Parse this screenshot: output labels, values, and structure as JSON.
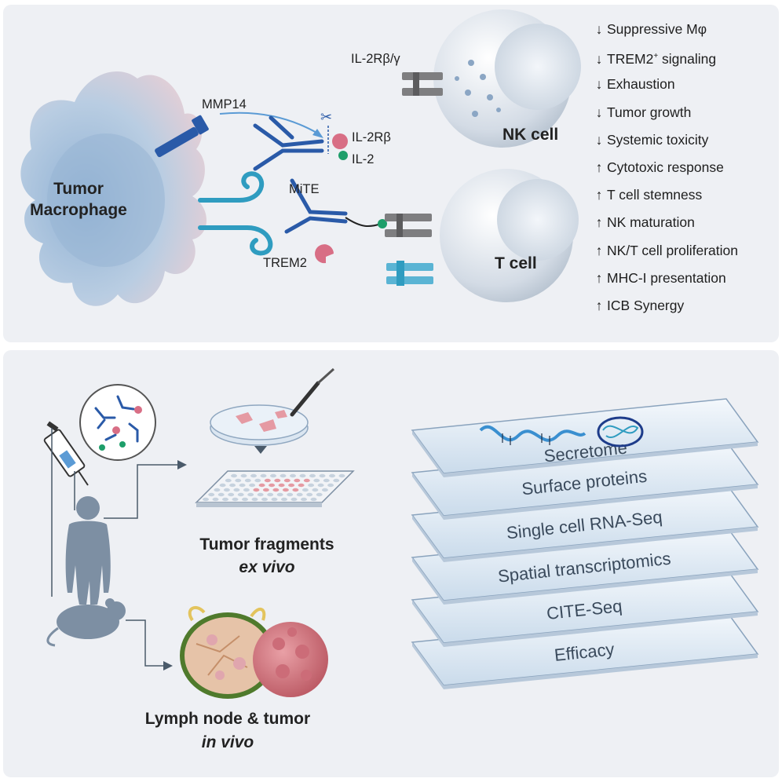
{
  "top": {
    "macrophage_label_line1": "Tumor",
    "macrophage_label_line2": "Macrophage",
    "mmp14": "MMP14",
    "il2rbg": "IL-2Rβ/γ",
    "il2rb": "IL-2Rβ",
    "il2": "IL-2",
    "mite": "MiTE",
    "trem2": "TREM2",
    "nk_cell": "NK cell",
    "t_cell": "T cell"
  },
  "effects": [
    {
      "direction": "down",
      "text": "Suppressive Mφ",
      "sup": ""
    },
    {
      "direction": "down",
      "text": "TREM2",
      "sup": "+",
      "suffix": " signaling"
    },
    {
      "direction": "down",
      "text": "Exhaustion",
      "sup": ""
    },
    {
      "direction": "down",
      "text": "Tumor growth",
      "sup": ""
    },
    {
      "direction": "down",
      "text": "Systemic toxicity",
      "sup": ""
    },
    {
      "direction": "up",
      "text": "Cytotoxic response",
      "sup": ""
    },
    {
      "direction": "up",
      "text": "T cell stemness",
      "sup": ""
    },
    {
      "direction": "up",
      "text": "NK maturation",
      "sup": ""
    },
    {
      "direction": "up",
      "text": "NK/T cell proliferation",
      "sup": ""
    },
    {
      "direction": "up",
      "text": "MHC-I presentation",
      "sup": ""
    },
    {
      "direction": "up",
      "text": "ICB Synergy",
      "sup": ""
    }
  ],
  "bottom": {
    "ex_vivo_title": "Tumor fragments",
    "ex_vivo_subtitle": "ex vivo",
    "in_vivo_title": "Lymph node & tumor",
    "in_vivo_subtitle": "in vivo"
  },
  "layers": [
    "Secretome",
    "Surface proteins",
    "Single cell RNA-Seq",
    "Spatial transcriptomics",
    "CITE-Seq",
    "Efficacy"
  ],
  "colors": {
    "panel": "#eef0f4",
    "macrophage": "#a9c1dc",
    "antibody": "#2a5aa8",
    "trem2": "#2f9cc0",
    "il2_cytokine": "#d86e85",
    "il2_bead": "#1e9e6a",
    "cell": "#c5cfdb",
    "layer": "#d6e3ef"
  }
}
